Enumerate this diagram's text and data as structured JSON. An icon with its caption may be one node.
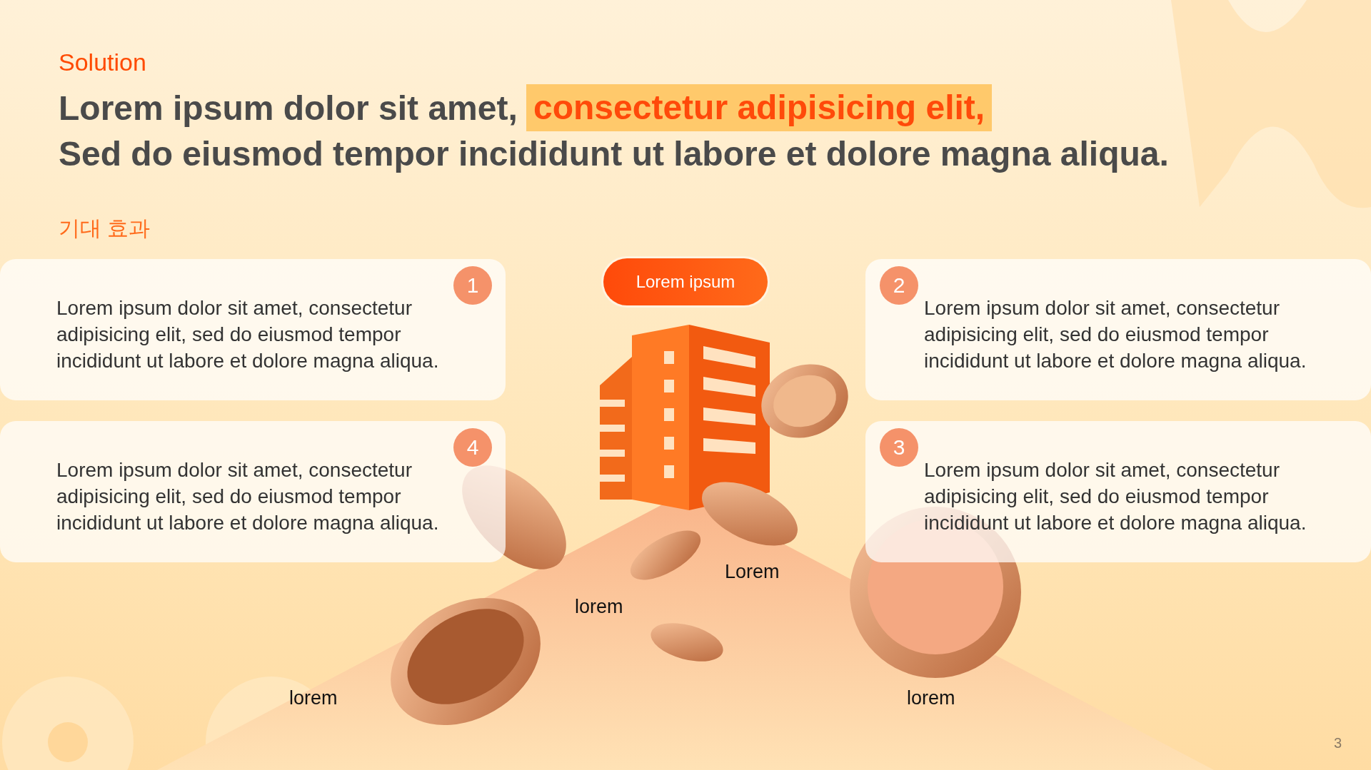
{
  "diagram": {
    "nodes": [
      {
        "text": [
          "1",
          "Lorem ipsum dolor sit amet, consectetur adipisicing elit, sed do eiusmod tempor incididunt ut labore et dolore magna aliqua."
        ]
      },
      {
        "text": [
          "Lorem ipsum"
        ]
      },
      {
        "text": [
          "2",
          "Lorem ipsum dolor sit amet, consectetur adipisicing elit, sed do eiusmod tempor incididunt ut labore et dolore magna aliqua."
        ]
      },
      {
        "text": [
          "4",
          "Lorem ipsum dolor sit amet, consectetur adipisicing elit, sed do eiusmod tempor incididunt ut labore et dolore magna aliqua."
        ]
      },
      {
        "text": [
          "3",
          "Lorem ipsum dolor sit amet, consectetur adipisicing elit, sed do eiusmod tempor incididunt ut labore et dolore magna aliqua."
        ]
      }
    ],
    "labels": [
      "Solution",
      "Lorem ipsum dolor sit amet,",
      "consectetur adipisicing elit,",
      "Sed do eiusmod tempor incididunt ut labore et dolore magna aliqua.",
      "기대 효과",
      "Lorem",
      "lorem",
      "lorem",
      "lorem",
      "3"
    ]
  }
}
